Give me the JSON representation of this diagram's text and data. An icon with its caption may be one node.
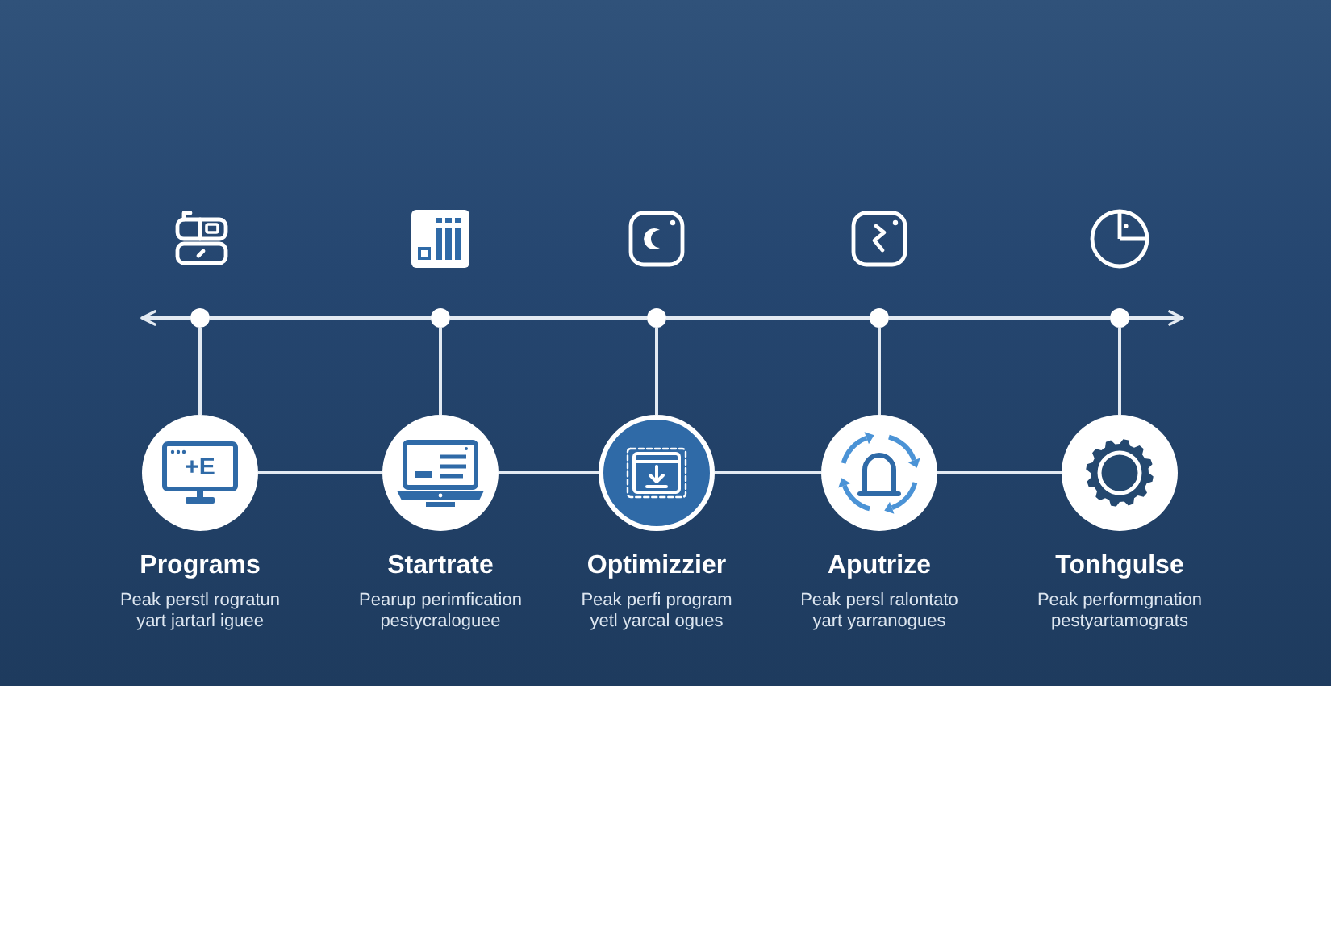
{
  "diagram": {
    "nodes": [
      {
        "text": [],
        "shape": "circle"
      },
      {
        "text": [],
        "shape": "circle"
      },
      {
        "text": [],
        "shape": "circle"
      },
      {
        "text": [],
        "shape": "circle"
      },
      {
        "text": [],
        "shape": "circle"
      },
      {
        "text": [],
        "shape": "circle",
        "beside": [
          "Programs",
          "Peak perstl rogratun yart jartarl iguee"
        ]
      },
      {
        "text": [],
        "shape": "circle",
        "beside": [
          "Startrate",
          "Pearup perimfication pestycraloguee"
        ]
      },
      {
        "text": [],
        "shape": "circle",
        "beside": [
          "Optimizzier",
          "Peak perfi program yetl yarcal ogues"
        ]
      },
      {
        "text": [],
        "shape": "circle",
        "beside": [
          "Aputrize",
          "Peak persl ralontato yart yarranogues"
        ]
      },
      {
        "text": [],
        "shape": "circle",
        "beside": [
          "Tonhgulse",
          "Peak performgnation pestyartamograts"
        ]
      }
    ],
    "edges": [
      {
        "from": 0,
        "to": null,
        "arrow": "to"
      },
      {
        "from": 0,
        "to": 1,
        "arrow": "none"
      },
      {
        "from": 1,
        "to": 2,
        "arrow": "none"
      },
      {
        "from": 2,
        "to": 3,
        "arrow": "none"
      },
      {
        "from": 3,
        "to": 4,
        "arrow": "none"
      },
      {
        "from": 4,
        "to": null,
        "arrow": "to"
      },
      {
        "from": 0,
        "to": 5,
        "arrow": "none"
      },
      {
        "from": 1,
        "to": 6,
        "arrow": "none"
      },
      {
        "from": 2,
        "to": 7,
        "arrow": "none"
      },
      {
        "from": 3,
        "to": 8,
        "arrow": "none"
      },
      {
        "from": 4,
        "to": 9,
        "arrow": "none"
      },
      {
        "from": 5,
        "to": 6,
        "arrow": "none"
      },
      {
        "from": 6,
        "to": 7,
        "arrow": "none"
      },
      {
        "from": 7,
        "to": 8,
        "arrow": "none"
      },
      {
        "from": 8,
        "to": 9,
        "arrow": "none"
      }
    ],
    "labels": [
      "+E"
    ]
  }
}
